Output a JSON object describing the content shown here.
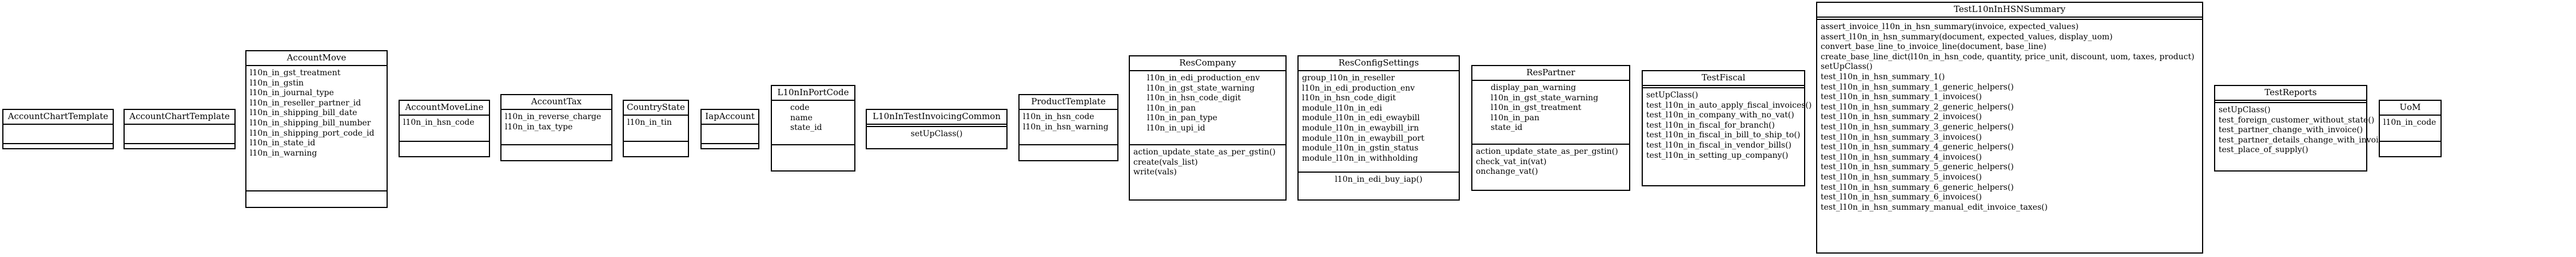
{
  "classes": [
    {
      "name": "AccountChartTemplate",
      "attributes": [],
      "methods": []
    },
    {
      "name": "AccountChartTemplate",
      "attributes": [],
      "methods": []
    },
    {
      "name": "AccountMove",
      "attributes": [
        "l10n_in_gst_treatment",
        "l10n_in_gstin",
        "l10n_in_journal_type",
        "l10n_in_reseller_partner_id",
        "l10n_in_shipping_bill_date",
        "l10n_in_shipping_bill_number",
        "l10n_in_shipping_port_code_id",
        "l10n_in_state_id",
        "l10n_in_warning"
      ],
      "methods": []
    },
    {
      "name": "AccountMoveLine",
      "attributes": [
        "l10n_in_hsn_code"
      ],
      "methods": []
    },
    {
      "name": "AccountTax",
      "attributes": [
        "l10n_in_reverse_charge",
        "l10n_in_tax_type"
      ],
      "methods": []
    },
    {
      "name": "CountryState",
      "attributes": [
        "l10n_in_tin"
      ],
      "methods": []
    },
    {
      "name": "IapAccount",
      "attributes": [],
      "methods": []
    },
    {
      "name": "L10nInPortCode",
      "attributes": [
        "code",
        "name",
        "state_id"
      ],
      "methods": []
    },
    {
      "name": "L10nInTestInvoicingCommon",
      "attributes": [],
      "methods": [
        "setUpClass()"
      ]
    },
    {
      "name": "ProductTemplate",
      "attributes": [
        "l10n_in_hsn_code",
        "l10n_in_hsn_warning"
      ],
      "methods": []
    },
    {
      "name": "ResCompany",
      "attributes": [
        "l10n_in_edi_production_env",
        "l10n_in_gst_state_warning",
        "l10n_in_hsn_code_digit",
        "l10n_in_pan",
        "l10n_in_pan_type",
        "l10n_in_upi_id"
      ],
      "methods": [
        "action_update_state_as_per_gstin()",
        "create(vals_list)",
        "write(vals)"
      ]
    },
    {
      "name": "ResConfigSettings",
      "attributes": [
        "group_l10n_in_reseller",
        "l10n_in_edi_production_env",
        "l10n_in_hsn_code_digit",
        "module_l10n_in_edi",
        "module_l10n_in_edi_ewaybill",
        "module_l10n_in_ewaybill_irn",
        "module_l10n_in_ewaybill_port",
        "module_l10n_in_gstin_status",
        "module_l10n_in_withholding"
      ],
      "methods": [
        "l10n_in_edi_buy_iap()"
      ]
    },
    {
      "name": "ResPartner",
      "attributes": [
        "display_pan_warning",
        "l10n_in_gst_state_warning",
        "l10n_in_gst_treatment",
        "l10n_in_pan",
        "state_id"
      ],
      "methods": [
        "action_update_state_as_per_gstin()",
        "check_vat_in(vat)",
        "onchange_vat()"
      ]
    },
    {
      "name": "TestFiscal",
      "attributes": [],
      "methods": [
        "setUpClass()",
        "test_l10n_in_auto_apply_fiscal_invoices()",
        "test_l10n_in_company_with_no_vat()",
        "test_l10n_in_fiscal_for_branch()",
        "test_l10n_in_fiscal_in_bill_to_ship_to()",
        "test_l10n_in_fiscal_in_vendor_bills()",
        "test_l10n_in_setting_up_company()"
      ]
    },
    {
      "name": "TestL10nInHSNSummary",
      "attributes": [],
      "methods": [
        "assert_invoice_l10n_in_hsn_summary(invoice, expected_values)",
        "assert_l10n_in_hsn_summary(document, expected_values, display_uom)",
        "convert_base_line_to_invoice_line(document, base_line)",
        "create_base_line_dict(l10n_in_hsn_code, quantity, price_unit, discount, uom, taxes, product)",
        "setUpClass()",
        "test_l10n_in_hsn_summary_1()",
        "test_l10n_in_hsn_summary_1_generic_helpers()",
        "test_l10n_in_hsn_summary_1_invoices()",
        "test_l10n_in_hsn_summary_2_generic_helpers()",
        "test_l10n_in_hsn_summary_2_invoices()",
        "test_l10n_in_hsn_summary_3_generic_helpers()",
        "test_l10n_in_hsn_summary_3_invoices()",
        "test_l10n_in_hsn_summary_4_generic_helpers()",
        "test_l10n_in_hsn_summary_4_invoices()",
        "test_l10n_in_hsn_summary_5_generic_helpers()",
        "test_l10n_in_hsn_summary_5_invoices()",
        "test_l10n_in_hsn_summary_6_generic_helpers()",
        "test_l10n_in_hsn_summary_6_invoices()",
        "test_l10n_in_hsn_summary_manual_edit_invoice_taxes()"
      ]
    },
    {
      "name": "TestReports",
      "attributes": [],
      "methods": [
        "setUpClass()",
        "test_foreign_customer_without_state()",
        "test_partner_change_with_invoice()",
        "test_partner_details_change_with_invoice()",
        "test_place_of_supply()"
      ]
    },
    {
      "name": "UoM",
      "attributes": [
        "l10n_in_code"
      ],
      "methods": []
    }
  ]
}
